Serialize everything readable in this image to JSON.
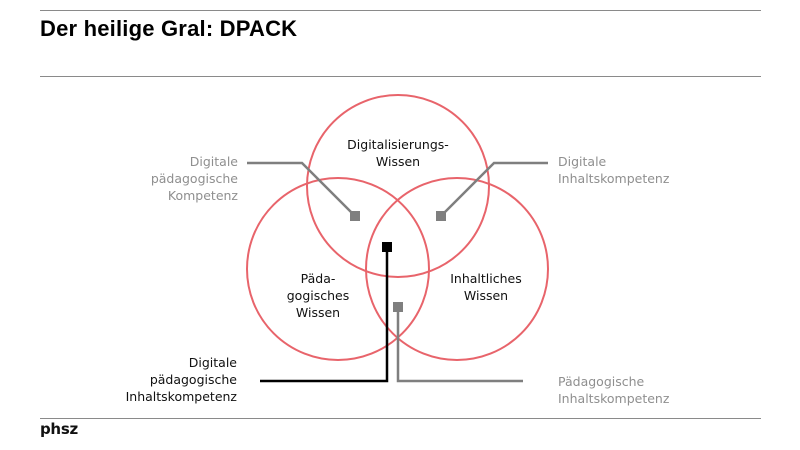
{
  "header": {
    "title": "Der heilige Gral: DPACK"
  },
  "footer": {
    "logo": "phsz"
  },
  "colors": {
    "circle_stroke": "#e8646b",
    "connector_gray": "#7f7f7f",
    "connector_black": "#000000",
    "rule": "#8a8a8a"
  },
  "diagram": {
    "type": "venn",
    "circles": [
      {
        "id": "digital",
        "label_lines": [
          "Digitalisierungs-",
          "Wissen"
        ]
      },
      {
        "id": "paedagogisch",
        "label_lines": [
          "Päda-",
          "gogisches",
          "Wissen"
        ]
      },
      {
        "id": "inhalt",
        "label_lines": [
          "Inhaltliches",
          "Wissen"
        ]
      }
    ],
    "callouts": [
      {
        "id": "dpk",
        "label_lines": [
          "Digitale",
          "pädagogische",
          "Kompetenz"
        ],
        "emphasis": false
      },
      {
        "id": "dik",
        "label_lines": [
          "Digitale",
          "Inhaltskompetenz"
        ],
        "emphasis": false
      },
      {
        "id": "dpik",
        "label_lines": [
          "Digitale",
          "pädagogische",
          "Inhaltskompetenz"
        ],
        "emphasis": true
      },
      {
        "id": "pik",
        "label_lines": [
          "Pädagogische",
          "Inhaltskompetenz"
        ],
        "emphasis": false
      }
    ]
  }
}
